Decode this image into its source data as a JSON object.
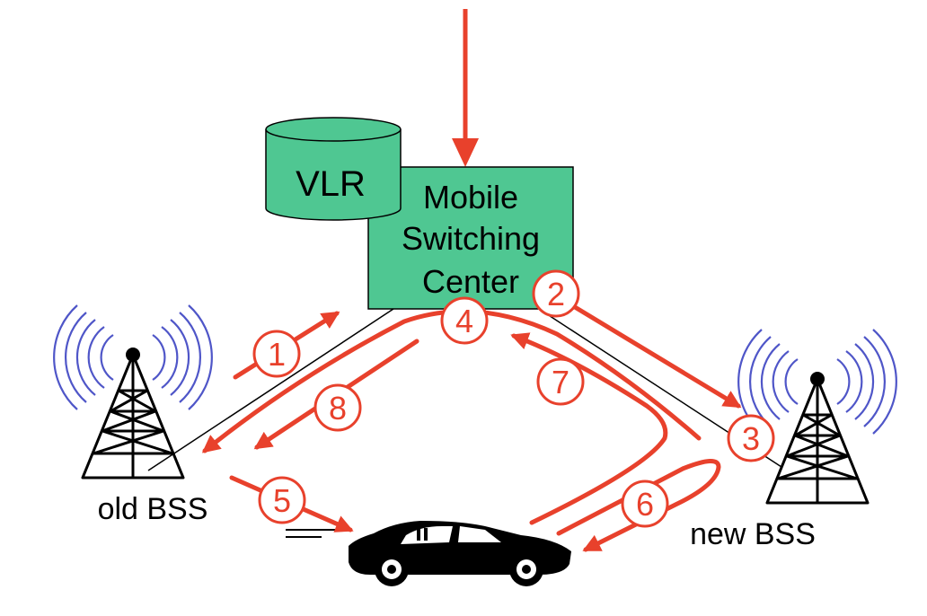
{
  "nodes": {
    "vlr": "VLR",
    "msc_line1": "Mobile",
    "msc_line2": "Switching",
    "msc_line3": "Center",
    "old_bss": "old BSS",
    "new_bss": "new BSS"
  },
  "steps": [
    "1",
    "2",
    "3",
    "4",
    "5",
    "6",
    "7",
    "8"
  ],
  "colors": {
    "msc_fill": "#4fc792",
    "vlr_fill": "#4fc792",
    "arrow": "#e8412c",
    "radio_waves": "#4f56c8"
  }
}
